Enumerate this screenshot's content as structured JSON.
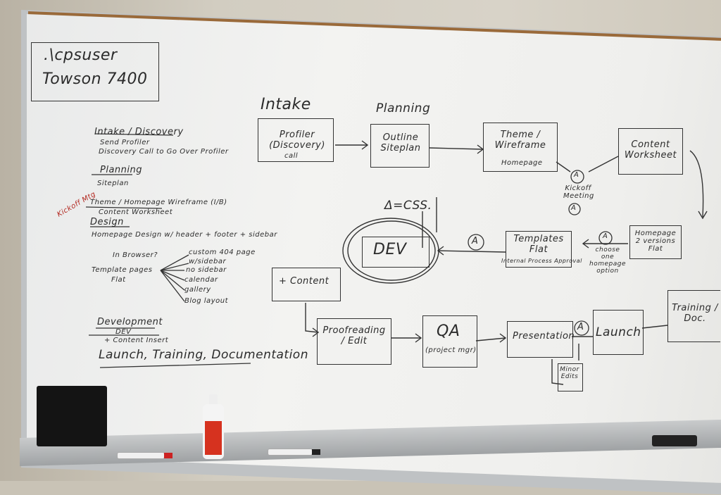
{
  "photo": {
    "subject": "whiteboard"
  },
  "login_box": {
    "line1": ".\\cpsuser",
    "line2": "Towson 7400"
  },
  "left_notes": {
    "intake_heading": "Intake / Discovery",
    "intake_item1": "Send Profiler",
    "intake_item2": "Discovery Call to Go Over Profiler",
    "planning_heading": "Planning",
    "planning_item1": "Siteplan",
    "kickoff_note": "Kickoff Mtg",
    "theme_line": "Theme / Homepage Wireframe (I/B)",
    "content_worksheet_line": "Content Worksheet",
    "design_heading": "Design",
    "design_item1": "Homepage Design w/ header + footer + sidebar",
    "in_browser": "In Browser?",
    "template_pages": "Template pages",
    "flat": "Flat",
    "branch_items": [
      "custom 404 page",
      "w/sidebar",
      "no sidebar",
      "calendar",
      "gallery",
      "Blog layout"
    ],
    "development_heading": "Development",
    "dev_line": "DEV",
    "content_insert": "+ Content Insert",
    "launch_line": "Launch, Training, Documentation"
  },
  "flow": {
    "intake_label": "Intake",
    "planning_label": "Planning",
    "profiler": "Profiler (Discovery)",
    "profiler_sub": "call",
    "outline": "Outline Siteplan",
    "theme": "Theme / Wireframe",
    "theme_sub": "Homepage",
    "kickoff": "Kickoff Meeting",
    "content_worksheet": "Content Worksheet",
    "homepage": "Homepage 2 versions Flat",
    "choose_note": "choose one homepage option",
    "templates": "Templates Flat",
    "templates_sub": "Internal Process Approval",
    "delta": "Δ=CSS.",
    "dev": "DEV",
    "plus_content": "+ Content",
    "proofreading": "Proofreading / Edit",
    "qa": "QA",
    "qa_sub": "(project mgr)",
    "presentation": "Presentation",
    "minor_edits": "Minor Edits",
    "launch": "Launch",
    "training": "Training / Doc.",
    "approval_mark": "A"
  },
  "colors": {
    "ink": "#2b2b2b",
    "red_ink": "#b3261e",
    "board": "#f1f1ef"
  }
}
